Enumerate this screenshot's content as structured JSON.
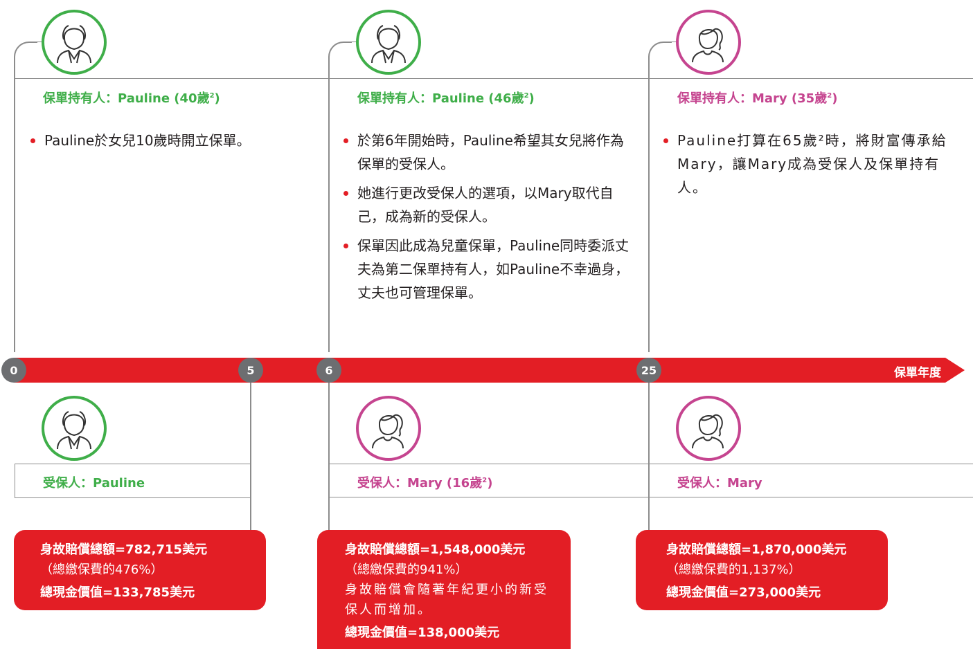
{
  "timeline": {
    "axis_label": "保單年度",
    "years": [
      "0",
      "5",
      "6",
      "25"
    ]
  },
  "top": [
    {
      "owner_label": "保單持有人：Pauline (40歲",
      "owner_sup": "2",
      "owner_suffix": ")",
      "avatar_icon": "woman-suit-icon",
      "color": "#3fae49",
      "bullets": [
        "Pauline於女兒10歲時開立保單。"
      ]
    },
    {
      "owner_label": "保單持有人：Pauline (46歲",
      "owner_sup": "2",
      "owner_suffix": ")",
      "avatar_icon": "woman-suit-icon",
      "color": "#3fae49",
      "bullets": [
        "於第6年開始時，Pauline希望其女兒將作為保單的受保人。",
        "她進行更改受保人的選項，以Mary取代自己，成為新的受保人。",
        "保單因此成為兒童保單，Pauline同時委派丈夫為第二保單持有人，如Pauline不幸過身，丈夫也可管理保單。"
      ]
    },
    {
      "owner_label": "保單持有人：Mary (35歲",
      "owner_sup": "2",
      "owner_suffix": ")",
      "avatar_icon": "girl-ponytail-icon",
      "color": "#c5448f",
      "bullets": [
        "Pauline打算在65歲²時，將財富傳承給Mary，讓Mary成為受保人及保單持有人。"
      ]
    }
  ],
  "bottom": [
    {
      "insured_label": "受保人：Pauline",
      "avatar_icon": "woman-suit-icon",
      "color": "#3fae49"
    },
    {
      "insured_label": "受保人：Mary (16歲",
      "insured_sup": "2",
      "insured_suffix": ")",
      "avatar_icon": "girl-ponytail-icon",
      "color": "#c5448f"
    },
    {
      "insured_label": "受保人：Mary",
      "avatar_icon": "girl-ponytail-icon",
      "color": "#c5448f"
    }
  ],
  "callouts": [
    {
      "line1": "身故賠償總額=782,715美元",
      "line2": "（總繳保費的476%）",
      "line3": "總現金價值=133,785美元"
    },
    {
      "line1": "身故賠償總額=1,548,000美元",
      "line2": "（總繳保費的941%）",
      "note": "身故賠償會隨著年紀更小的新受保人而增加。",
      "line3": "總現金價值=138,000美元"
    },
    {
      "line1": "身故賠償總額=1,870,000美元",
      "line2": "（總繳保費的1,137%）",
      "line3": "總現金價值=273,000美元"
    }
  ],
  "colors": {
    "accent_red": "#e31e25",
    "green": "#3fae49",
    "pink": "#c5448f",
    "year_badge": "#6d6e71"
  }
}
